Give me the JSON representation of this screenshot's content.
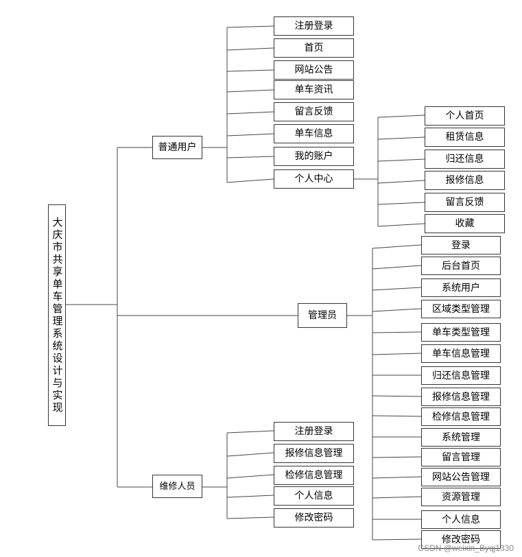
{
  "root": {
    "title": "大庆市共享单车管理系统设计与实现"
  },
  "regular_user": {
    "label": "普通用户",
    "items": [
      "注册登录",
      "首页",
      "网站公告",
      "单车资讯",
      "留言反馈",
      "单车信息",
      "我的账户",
      "个人中心"
    ]
  },
  "personal_center": {
    "items": [
      "个人首页",
      "租赁信息",
      "归还信息",
      "报修信息",
      "留言反馈",
      "收藏"
    ]
  },
  "admin": {
    "label": "管理员",
    "items": [
      "登录",
      "后台首页",
      "系统用户",
      "区域类型管理",
      "单车类型管理",
      "单车信息管理",
      "归还信息管理",
      "报修信息管理",
      "检修信息管理",
      "系统管理",
      "留言管理",
      "网站公告管理",
      "资源管理",
      "个人信息",
      "修改密码"
    ]
  },
  "repair_staff": {
    "label": "维修人员",
    "items": [
      "注册登录",
      "报修信息管理",
      "检修信息管理",
      "个人信息",
      "修改密码"
    ]
  },
  "watermark": "CSDN @weixin_Byqj1330"
}
